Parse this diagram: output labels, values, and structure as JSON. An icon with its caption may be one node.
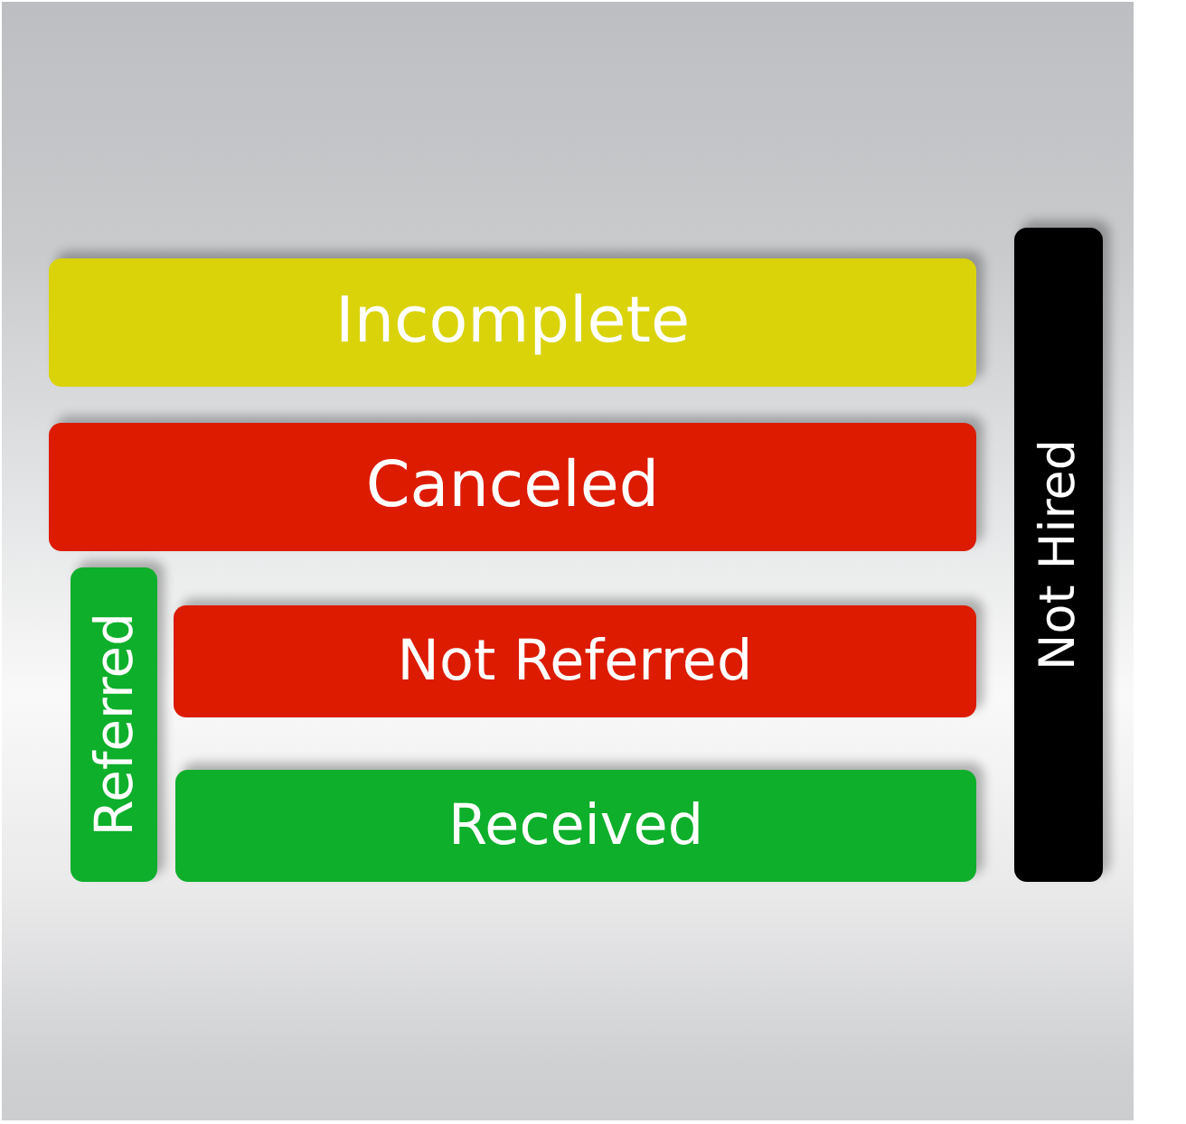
{
  "diagram": {
    "nodes": [
      {
        "text": [
          "Incomplete"
        ]
      },
      {
        "text": [
          "Canceled"
        ]
      },
      {
        "text": [
          "Referred"
        ]
      },
      {
        "text": [
          "Not Referred"
        ]
      },
      {
        "text": [
          "Received"
        ]
      },
      {
        "text": [
          "Not Hired"
        ]
      }
    ]
  }
}
